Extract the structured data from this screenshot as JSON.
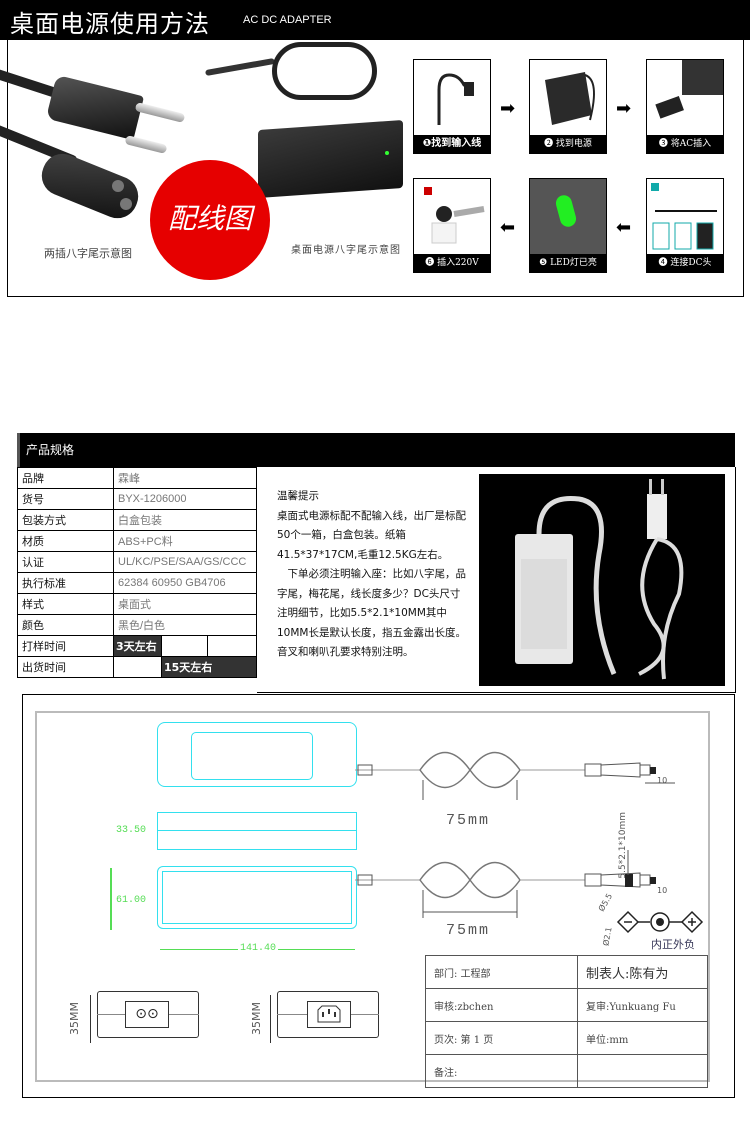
{
  "banner": {
    "title": "桌面电源使用方法",
    "subtitle": "AC DC ADAPTER"
  },
  "usage": {
    "caption_left": "两插八字尾示意图",
    "caption_right": "桌面电源八字尾示意图",
    "circle_label": "配线图",
    "steps": [
      {
        "num": "❶",
        "label": "❶找到输入线"
      },
      {
        "num": "❷",
        "label": "❷ 找到电源"
      },
      {
        "num": "❸",
        "label": "❸ 将AC插入"
      },
      {
        "num": "❹",
        "label": "❹ 连接DC头"
      },
      {
        "num": "❺",
        "label": "❺ LED灯已亮"
      },
      {
        "num": "❻",
        "label": "❻ 插入220V"
      }
    ],
    "arrow_right": "➡",
    "arrow_left": "⬅"
  },
  "spec": {
    "header": "产品规格",
    "rows": [
      {
        "key": "品牌",
        "value": "霖峰"
      },
      {
        "key": "货号",
        "value": "BYX-1206000"
      },
      {
        "key": "包装方式",
        "value": "白盒包装"
      },
      {
        "key": "材质",
        "value": "ABS+PC料"
      },
      {
        "key": "认证",
        "value": "UL/KC/PSE/SAA/GS/CCC"
      },
      {
        "key": "执行标准",
        "value": "62384  60950 GB4706"
      },
      {
        "key": "样式",
        "value": "桌面式"
      },
      {
        "key": "颜色",
        "value": "黑色/白色"
      }
    ],
    "sample_time": {
      "key": "打样时间",
      "value": "3天左右"
    },
    "ship_time": {
      "key": "出货时间",
      "value": "15天左右"
    }
  },
  "tips": {
    "title": "温馨提示",
    "para1": "桌面式电源标配不配输入线，出厂是标配50个一箱，白盒包装。纸箱41.5*37*17CM,毛重12.5KG左右。",
    "para2": "下单必须注明输入座：比如八字尾，品字尾，梅花尾，线长度多少？DC头尺寸注明细节，比如5.5*2.1*10MM其中10MM长是默认长度，指五金露出长度。音叉和喇叭孔要求特别注明。"
  },
  "drawing": {
    "dim_height": "33.50",
    "dim_width": "61.00",
    "dim_length": "141.40",
    "cable_len_top": "75mm",
    "cable_len_bottom": "75mm",
    "dc_tip_len_top": "10",
    "dc_tip_len_bottom": "10",
    "dc_spec": "5.5*2.1*10mm",
    "dia_outer": "Ø5.5",
    "dia_inner": "Ø2.1",
    "polarity": "内正外负",
    "inlet_height_1": "35MM",
    "inlet_height_2": "35MM",
    "title_block": [
      [
        "部门: 工程部",
        "制表人:陈有为"
      ],
      [
        "审核:zbchen",
        "复审:Yunkuang   Fu"
      ],
      [
        "页次: 第 1 页",
        "单位:mm"
      ],
      [
        "备注:",
        ""
      ]
    ]
  }
}
